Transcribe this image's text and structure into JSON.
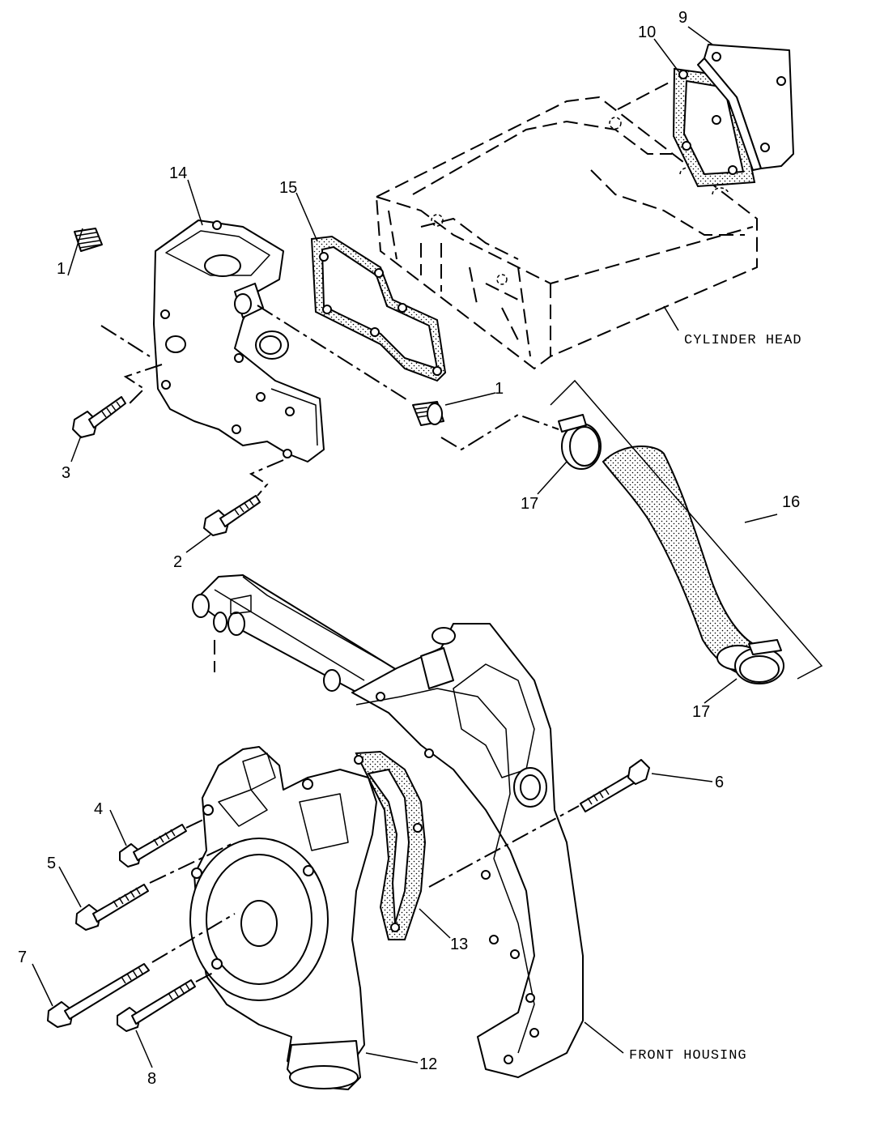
{
  "labels": {
    "cylinder_head": "CYLINDER HEAD",
    "front_housing": "FRONT HOUSING"
  },
  "callouts": {
    "plug_upper": "1",
    "plug_lower": "1",
    "bolt_2": "2",
    "bolt_3": "3",
    "bolt_4": "4",
    "bolt_5": "5",
    "bolt_6": "6",
    "bolt_7": "7",
    "bolt_8": "8",
    "cover_9": "9",
    "gasket_10": "10",
    "water_pump_12": "12",
    "gasket_13": "13",
    "housing_14": "14",
    "gasket_15": "15",
    "hose_16": "16",
    "clamp_17_upper": "17",
    "clamp_17_lower": "17"
  }
}
